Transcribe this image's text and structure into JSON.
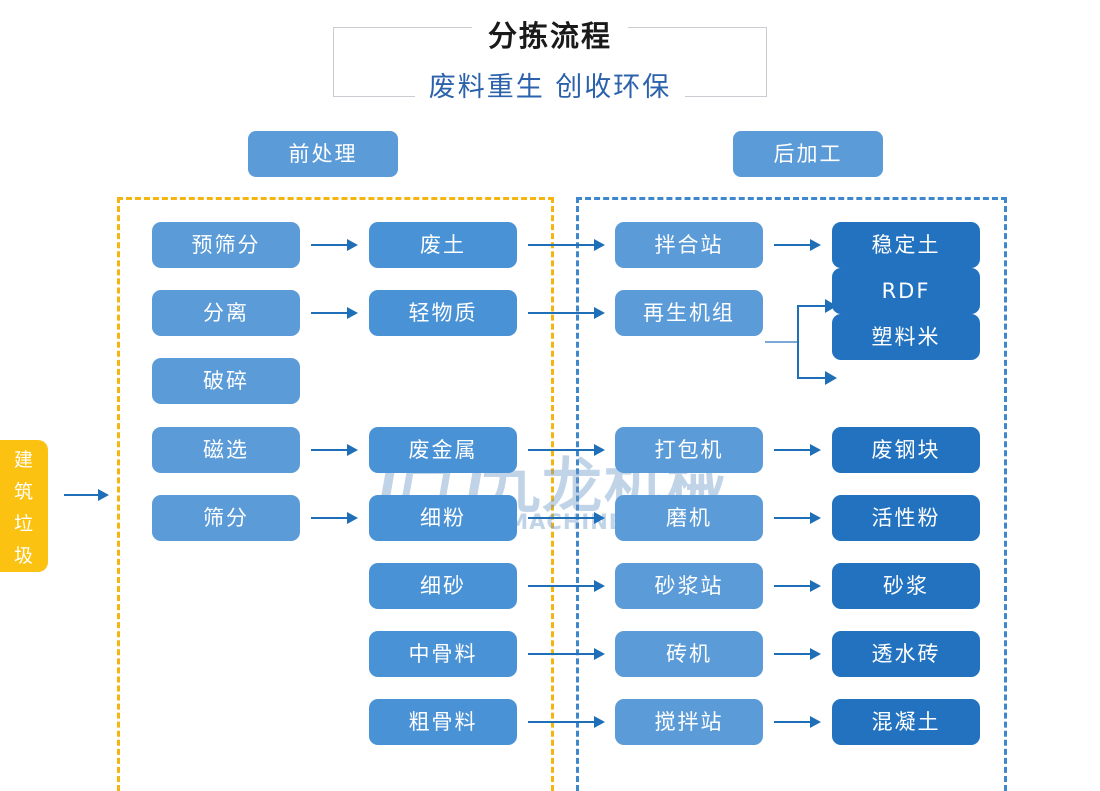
{
  "header": {
    "title": "分拣流程",
    "subtitle": "废料重生 创收环保"
  },
  "sections": {
    "pre": {
      "label": "前处理",
      "border_color": "#f5b511"
    },
    "post": {
      "label": "后加工",
      "border_color": "#3e87cd"
    }
  },
  "input": {
    "label": "建筑垃圾",
    "chars": [
      "建",
      "筑",
      "垃",
      "圾"
    ],
    "color": "#fcc211"
  },
  "colors": {
    "operation": "#5b9bd8",
    "intermediate": "#4a92d6",
    "product": "#2272c0",
    "arrow": "#1f6fb8",
    "title_accent": "#2b62ab"
  },
  "watermark": {
    "cn": "九龙机械",
    "en": "KOWLOONMACHINERY"
  },
  "rows": [
    {
      "a": "预筛分",
      "b": "废土",
      "c": "拌合站",
      "d": "稳定土",
      "arrow_ab": true,
      "arrow_bc": true,
      "arrow_cd": true
    },
    {
      "a": "分离",
      "b": "轻物质",
      "c": "再生机组",
      "d": "RDF",
      "d2": "塑料米",
      "arrow_ab": true,
      "arrow_bc": true,
      "arrow_cd": false
    },
    {
      "a": "破碎",
      "b": "",
      "c": "",
      "d": "",
      "arrow_ab": false,
      "arrow_bc": false,
      "arrow_cd": false
    },
    {
      "a": "磁选",
      "b": "废金属",
      "c": "打包机",
      "d": "废钢块",
      "arrow_ab": true,
      "arrow_bc": true,
      "arrow_cd": true
    },
    {
      "a": "筛分",
      "b": "细粉",
      "c": "磨机",
      "d": "活性粉",
      "arrow_ab": true,
      "arrow_bc": true,
      "arrow_cd": true
    },
    {
      "a": "",
      "b": "细砂",
      "c": "砂浆站",
      "d": "砂浆",
      "arrow_ab": false,
      "arrow_bc": true,
      "arrow_cd": true
    },
    {
      "a": "",
      "b": "中骨料",
      "c": "砖机",
      "d": "透水砖",
      "arrow_ab": false,
      "arrow_bc": true,
      "arrow_cd": true
    },
    {
      "a": "",
      "b": "粗骨料",
      "c": "搅拌站",
      "d": "混凝土",
      "arrow_ab": false,
      "arrow_bc": true,
      "arrow_cd": true
    }
  ]
}
